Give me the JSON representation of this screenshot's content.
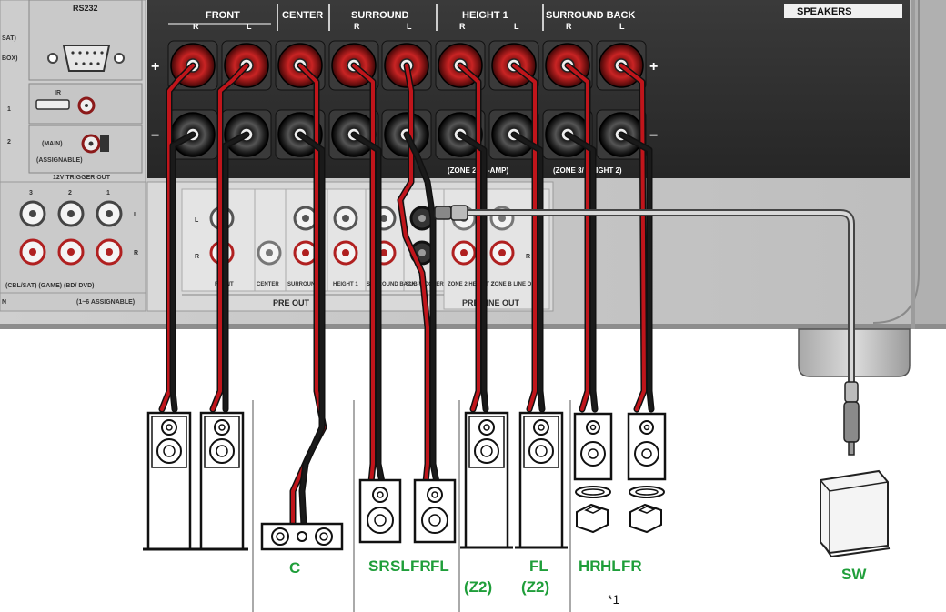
{
  "colors": {
    "speaker_label": "#1f9e3a",
    "panel_dark": "#2b2b2b",
    "panel_light": "#d6d6d6",
    "terminal_red": "#a81b1b",
    "terminal_black": "#2a2a2a",
    "wire_red": "#c0151b"
  },
  "panel": {
    "rs232": "RS232",
    "speakers": "SPEAKERS",
    "headers": {
      "front": "FRONT",
      "center": "CENTER",
      "surround": "SURROUND",
      "height1": "HEIGHT 1",
      "surround_back": "SURROUND BACK"
    },
    "channel_r": "R",
    "channel_l": "L",
    "plus": "+",
    "minus": "−",
    "zone2_biamp": "(ZONE 2/ BI-AMP)",
    "zone3_height2": "(ZONE 3/ HEIGHT 2)",
    "ir": "IR",
    "main": "(MAIN)",
    "assignable": "(ASSIGNABLE)",
    "trigger": "12V TRIGGER OUT",
    "trig_1": "1",
    "trig_2": "2",
    "sat": "SAT)",
    "box": "BOX)",
    "in_nums": [
      "3",
      "2",
      "1"
    ],
    "in_labels": "(CBL/SAT)  (GAME)  (BD/ DVD)",
    "in_assign": "(1~6 ASSIGNABLE)",
    "in_n": "N",
    "pre_out": "PRE OUT",
    "line_out": "PRE LINE OUT",
    "preout_sub": [
      "FRONT",
      "CENTER",
      "SURROUND",
      "HEIGHT 1",
      "SURROUND BACK",
      "SUB-WOOFER",
      "ZONE 2 HEIGHT 2",
      "ZONE B LINE OUT"
    ]
  },
  "labels": {
    "c": "C",
    "sr": "SR",
    "sl": "SL",
    "fr": "FR",
    "fl": "FL",
    "fl_z2": "FL",
    "z2_a": "(Z2)",
    "z2_b": "(Z2)",
    "hr": "HR",
    "hl": "HL",
    "fr2": "FR",
    "sw": "SW",
    "note": "*1"
  },
  "icons": [
    "speaker-terminal-icon",
    "floor-speaker-icon",
    "center-speaker-icon",
    "bookshelf-speaker-icon",
    "ceiling-speaker-icon",
    "subwoofer-icon",
    "rca-plug-icon",
    "db9-connector-icon"
  ]
}
